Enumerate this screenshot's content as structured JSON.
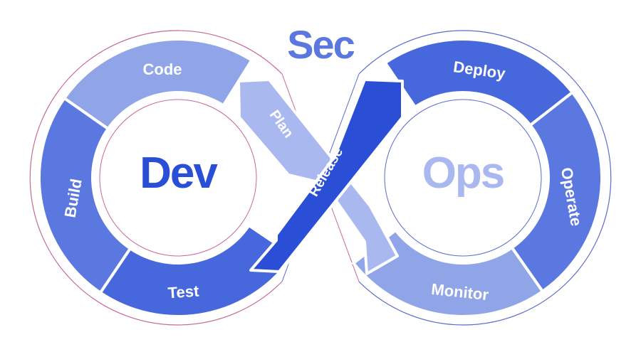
{
  "title": "Sec",
  "left_loop": {
    "label": "Dev",
    "stages": [
      "Code",
      "Build",
      "Test"
    ]
  },
  "right_loop": {
    "label": "Ops",
    "stages": [
      "Deploy",
      "Operate",
      "Monitor"
    ]
  },
  "crossing": {
    "plan": "Plan",
    "release": "Release"
  },
  "colors": {
    "sec": "#5a78e0",
    "dev": "#2a4fd6",
    "ops": "#a9b8ef",
    "code": "#8fa5e8",
    "build": "#5b78e0",
    "test": "#4767dc",
    "plan": "#a9b8ef",
    "release": "#2a4fd6",
    "deploy": "#4767dc",
    "operate": "#5b78e0",
    "monitor": "#8fa5e8"
  }
}
